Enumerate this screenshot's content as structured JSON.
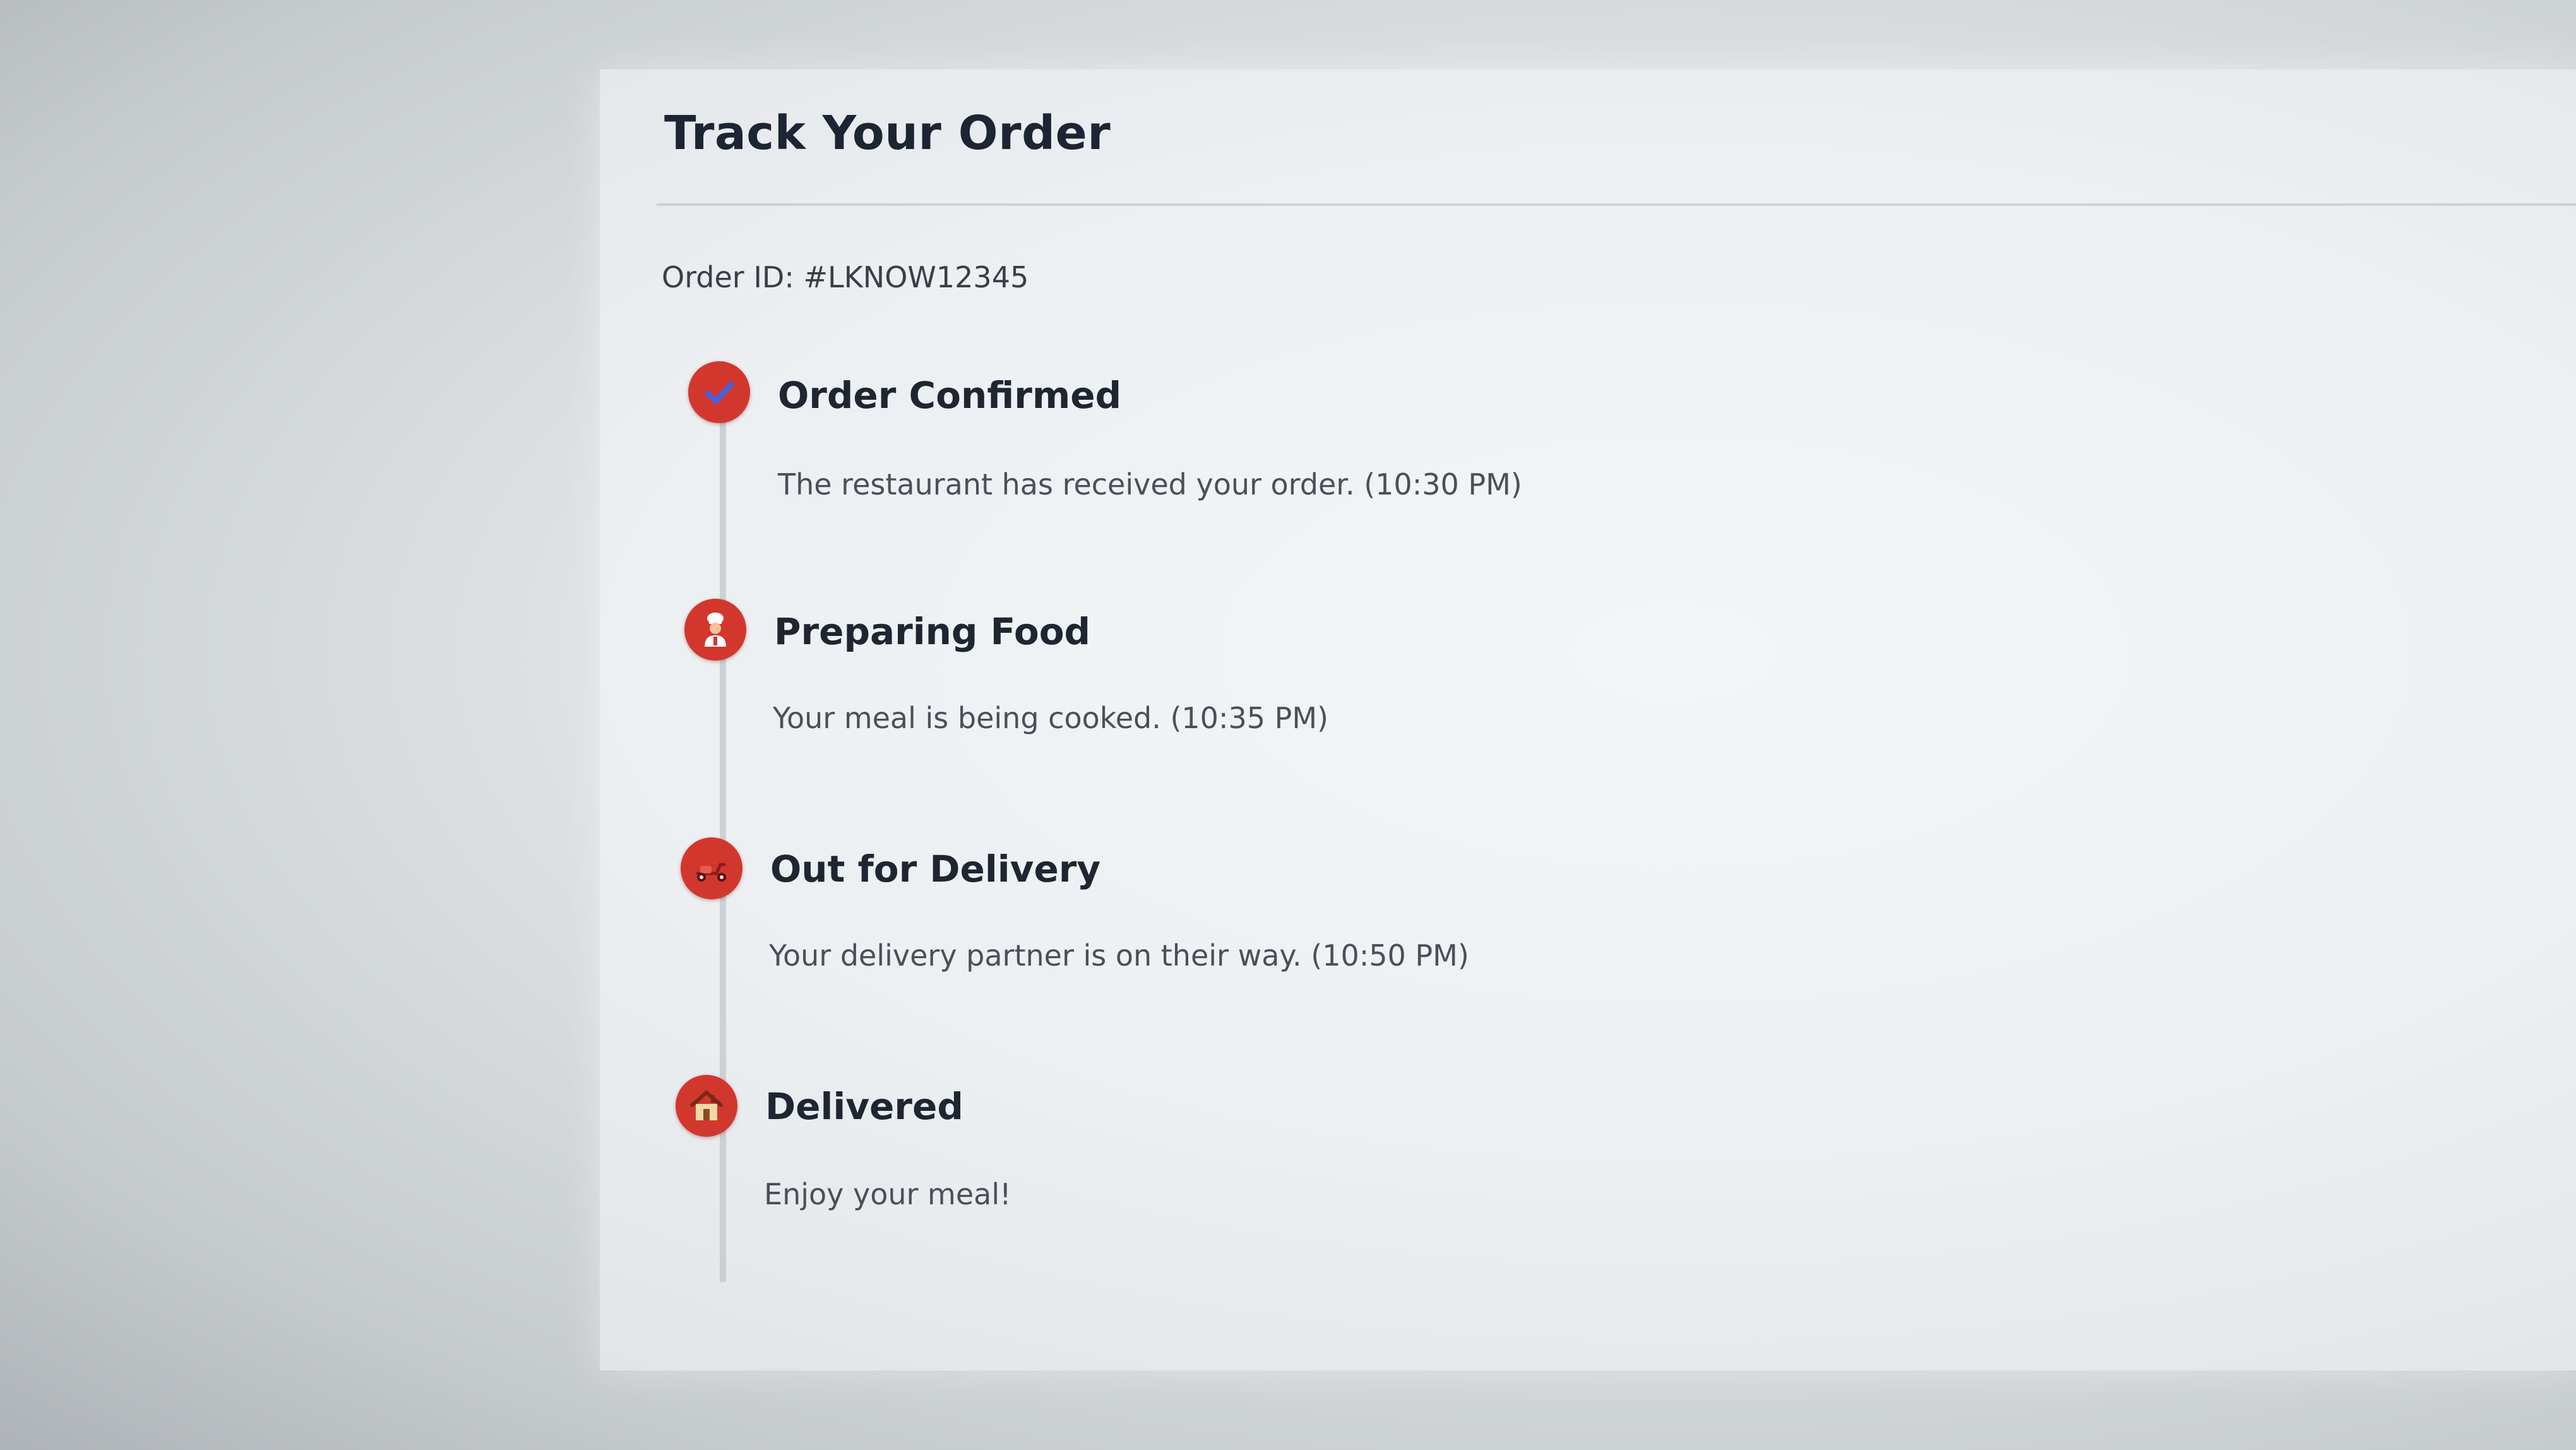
{
  "page": {
    "title": "Track Your Order",
    "order_id": "Order ID: #LKNOW12345"
  },
  "colors": {
    "accent": "#d2372e",
    "title_text": "#1d2433",
    "body_text": "#4a5058"
  },
  "steps": [
    {
      "icon": "check-icon",
      "title": "Order Confirmed",
      "description": "The restaurant has received your order. (10:30 PM)"
    },
    {
      "icon": "chef-icon",
      "title": "Preparing Food",
      "description": "Your meal is being cooked. (10:35 PM)"
    },
    {
      "icon": "scooter-icon",
      "title": "Out for Delivery",
      "description": "Your delivery partner is on their way. (10:50 PM)"
    },
    {
      "icon": "house-icon",
      "title": "Delivered",
      "description": "Enjoy your meal!"
    }
  ]
}
